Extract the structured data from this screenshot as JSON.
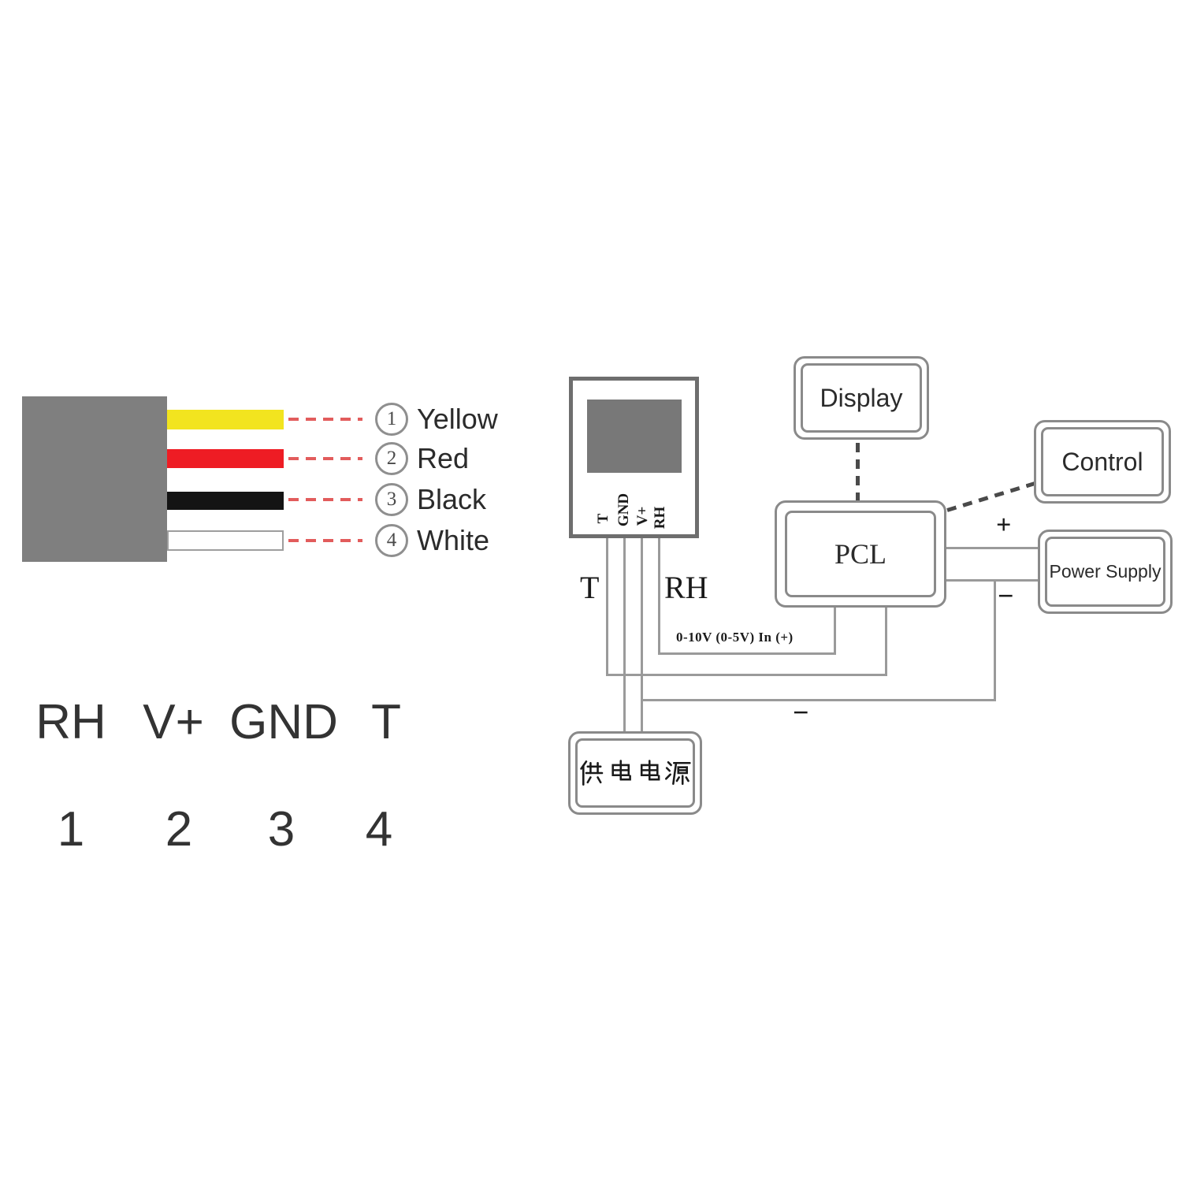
{
  "legend": {
    "items": [
      {
        "num": "1",
        "label": "Yellow",
        "hex": "#f2e41f"
      },
      {
        "num": "2",
        "label": "Red",
        "hex": "#ee1c24"
      },
      {
        "num": "3",
        "label": "Black",
        "hex": "#141414"
      },
      {
        "num": "4",
        "label": "White",
        "hex": "#ffffff"
      }
    ]
  },
  "pinout": {
    "names": [
      "RH",
      "V+",
      "GND",
      "T"
    ],
    "numbers": [
      "1",
      "2",
      "3",
      "4"
    ]
  },
  "diagram": {
    "sensor_pins": [
      "T",
      "GND",
      "V+",
      "RH"
    ],
    "wire_label_t": "T",
    "wire_label_rh": "RH",
    "analog_label": "0-10V (0-5V) In (+)",
    "plus": "+",
    "minus": "−",
    "minus_bottom": "−",
    "nodes": {
      "display": "Display",
      "control": "Control",
      "pcl": "PCL",
      "power_supply": "Power Supply",
      "power_source_cn": "供电电源"
    }
  },
  "colors": {
    "cable_gray": "#7f7f7f",
    "screen_gray": "#787878",
    "line_gray": "#9a9a9a",
    "connector_dash": "#4a4a4a",
    "legend_dash_red": "#e25c5c",
    "wire_yellow": "#f2e41f",
    "wire_red": "#ee1c24",
    "wire_black": "#141414",
    "wire_white": "#ffffff"
  }
}
